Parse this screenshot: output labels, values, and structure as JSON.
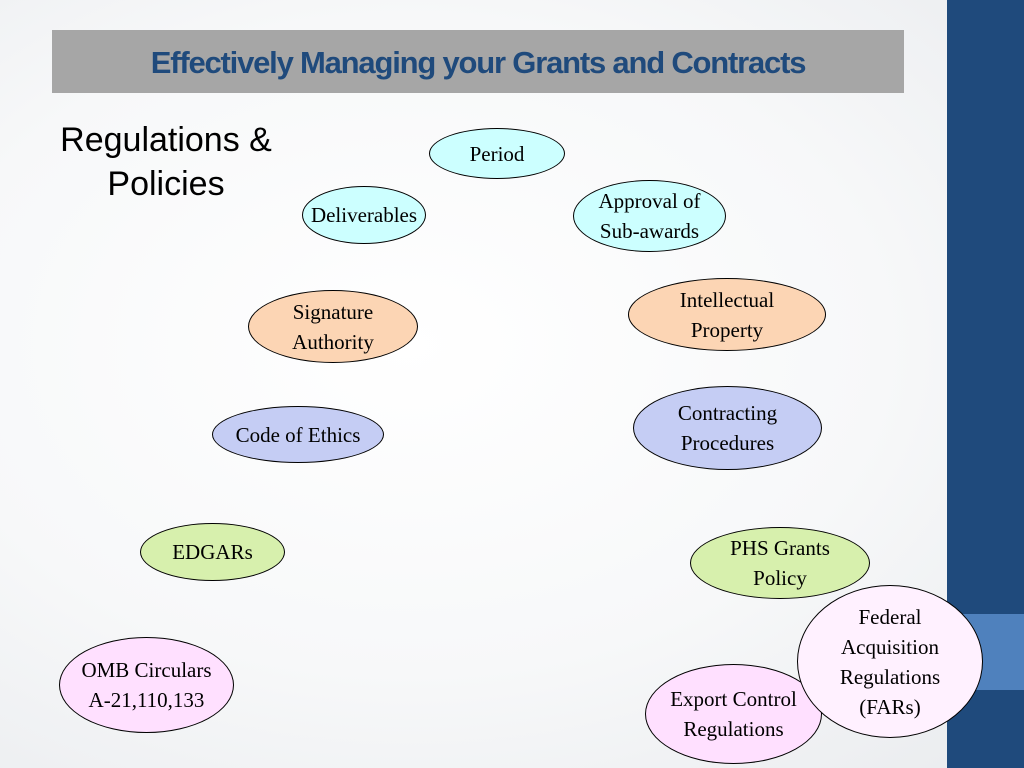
{
  "title": "Effectively Managing your Grants and Contracts",
  "subtitle": "Regulations &\nPolicies",
  "nodes": {
    "period": "Period",
    "deliverables": "Deliverables",
    "approval": "Approval of\nSub-awards",
    "signature": "Signature\nAuthority",
    "intellectual": "Intellectual\nProperty",
    "ethics": "Code of Ethics",
    "contracting": "Contracting\nProcedures",
    "edgars": "EDGARs",
    "phs": "PHS Grants\nPolicy",
    "fars": "Federal\nAcquisition\nRegulations\n(FARs)",
    "omb": "OMB Circulars\nA-21,110,133",
    "export": "Export Control\nRegulations"
  },
  "colors": {
    "title_text": "#1f4a7c",
    "title_bar": "#a6a6a6",
    "side_bar": "#1f4a7c",
    "side_accent": "#4f81bd",
    "cyan": "#ccffff",
    "peach": "#fcd5b4",
    "blue": "#c5cdf4",
    "green": "#d7f0ad",
    "pink": "#ffe0ff"
  }
}
